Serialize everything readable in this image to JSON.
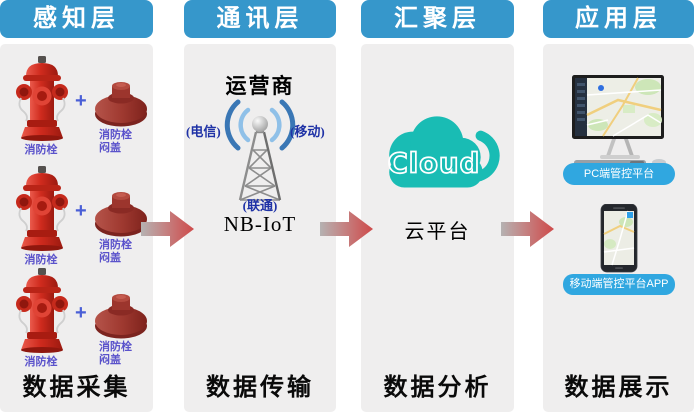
{
  "colors": {
    "header-blue": "#3697cb",
    "panel-gray": "#efeeee",
    "button-blue": "#30a7e0",
    "cloud-teal": "#19bcb4",
    "label-purple": "#5a52cb",
    "plus-blue": "#4a5fd6",
    "carrier-navy": "#1f32a6",
    "arrow-red": "#ce4a4a",
    "arrow-gray": "#b5b2b2"
  },
  "columns": [
    {
      "header": "感知层",
      "footer": "数据采集"
    },
    {
      "header": "通讯层",
      "footer": "数据传输"
    },
    {
      "header": "汇聚层",
      "footer": "数据分析"
    },
    {
      "header": "应用层",
      "footer": "数据展示"
    }
  ],
  "sensor_layer": {
    "rows": [
      {
        "hydrant_label": "消防栓",
        "plus": "+",
        "cover_label_line1": "消防栓",
        "cover_label_line2": "闷盖"
      },
      {
        "hydrant_label": "消防栓",
        "plus": "+",
        "cover_label_line1": "消防栓",
        "cover_label_line2": "闷盖"
      },
      {
        "hydrant_label": "消防栓",
        "plus": "+",
        "cover_label_line1": "消防栓",
        "cover_label_line2": "闷盖"
      }
    ]
  },
  "network_layer": {
    "operator": "运营商",
    "carrier_left": "(电信)",
    "carrier_right": "(移动)",
    "carrier_bottom": "(联通)",
    "technology": "NB-IoT"
  },
  "aggregation_layer": {
    "cloud_logo": "Cloud",
    "platform": "云平台"
  },
  "application_layer": {
    "pc_button": "PC端管控平台",
    "app_button": "移动端管控平台APP"
  }
}
